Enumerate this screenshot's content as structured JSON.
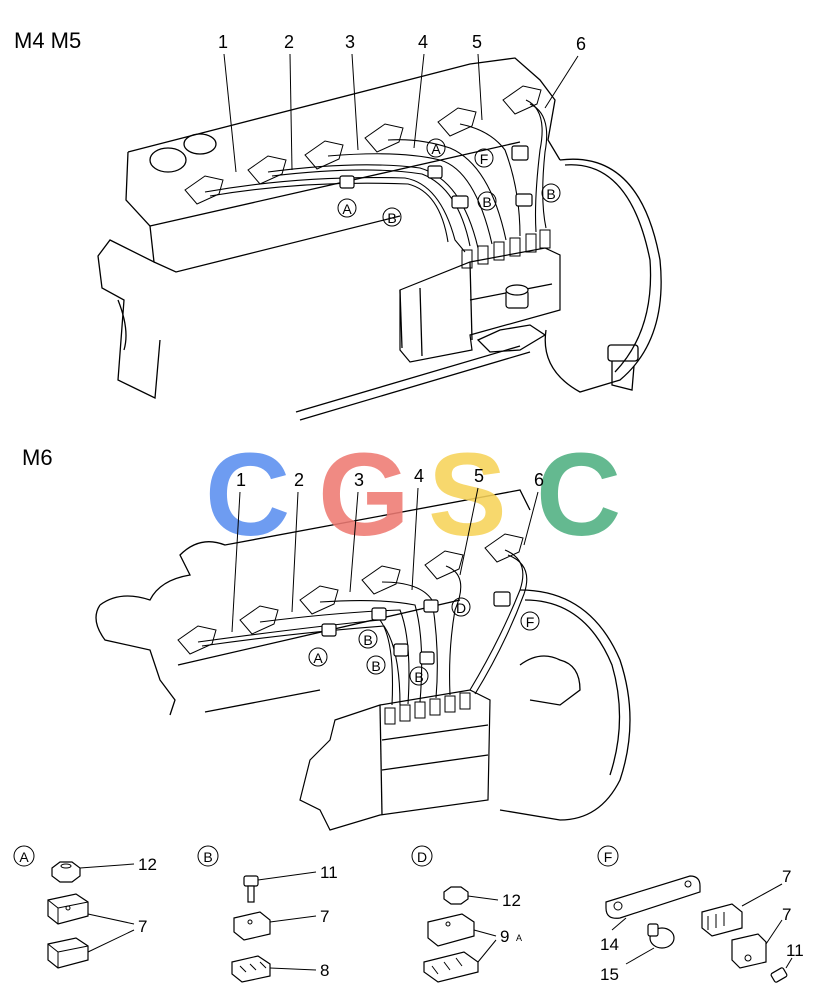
{
  "sections": {
    "top_title": "M4 M5",
    "bottom_title": "M6"
  },
  "top_diagram": {
    "callouts": [
      "1",
      "2",
      "3",
      "4",
      "5",
      "6"
    ],
    "markers": [
      "A",
      "F",
      "A",
      "B",
      "B",
      "B"
    ]
  },
  "bottom_diagram": {
    "callouts": [
      "1",
      "2",
      "3",
      "4",
      "5",
      "6"
    ],
    "markers": [
      "D",
      "F",
      "B",
      "A",
      "B",
      "B"
    ]
  },
  "details": {
    "A": {
      "label": "A",
      "parts": [
        "12",
        "7"
      ]
    },
    "B": {
      "label": "B",
      "parts": [
        "11",
        "7",
        "8"
      ]
    },
    "D": {
      "label": "D",
      "parts": [
        "12",
        "9"
      ],
      "note": "A"
    },
    "F": {
      "label": "F",
      "parts": [
        "7",
        "7",
        "14",
        "15",
        "11"
      ]
    }
  },
  "watermark": {
    "letters": [
      "C",
      "G",
      "S",
      "C"
    ],
    "colors": [
      "#5B8FF0",
      "#EE7A73",
      "#F7D35A",
      "#4FB081"
    ]
  }
}
